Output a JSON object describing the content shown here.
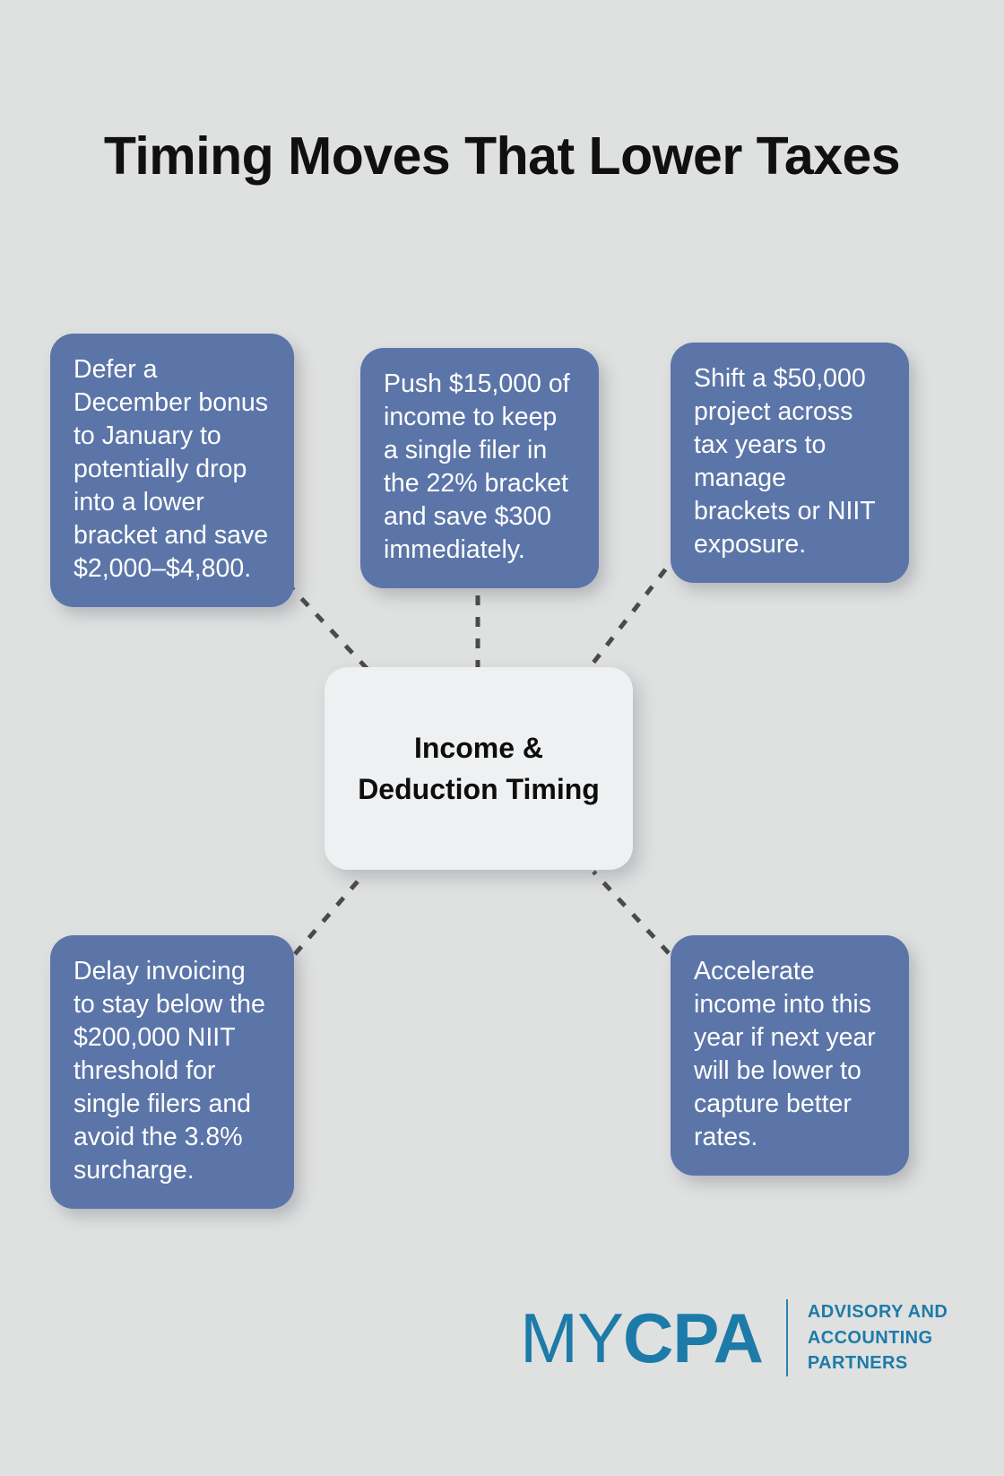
{
  "page": {
    "title": "Timing Moves That Lower Taxes",
    "background_color": "#dfe0e0"
  },
  "diagram": {
    "center": {
      "label": "Income & Deduction Timing",
      "background_color": "#eef0f1",
      "text_color": "#0d0d0d"
    },
    "node_color": "#5b75a8",
    "node_text_color": "#ffffff",
    "connector_color": "#4a4a4a",
    "nodes": [
      {
        "id": "defer-december-bonus",
        "position": "top-left",
        "text": "Defer a December bonus to January to potentially drop into a lower bracket and save $2,000–$4,800."
      },
      {
        "id": "push-income-22-bracket",
        "position": "top-center",
        "text": "Push $15,000 of income to keep a single filer in the 22% bracket and save $300 immediately."
      },
      {
        "id": "shift-project-across-years",
        "position": "top-right",
        "text": "Shift a $50,000 project across tax years to manage brackets or NIIT exposure."
      },
      {
        "id": "delay-invoicing-niit",
        "position": "bottom-left",
        "text": "Delay invoicing to stay below the $200,000 NIIT threshold for single filers and avoid the 3.8% surcharge."
      },
      {
        "id": "accelerate-income",
        "position": "bottom-right",
        "text": "Accelerate income into this year if next year will be lower to capture better rates."
      }
    ]
  },
  "logo": {
    "brand_light": "MY",
    "brand_bold": "CPA",
    "tagline_lines": [
      "ADVISORY AND",
      "ACCOUNTING",
      "PARTNERS"
    ],
    "color": "#1c7ba8"
  }
}
